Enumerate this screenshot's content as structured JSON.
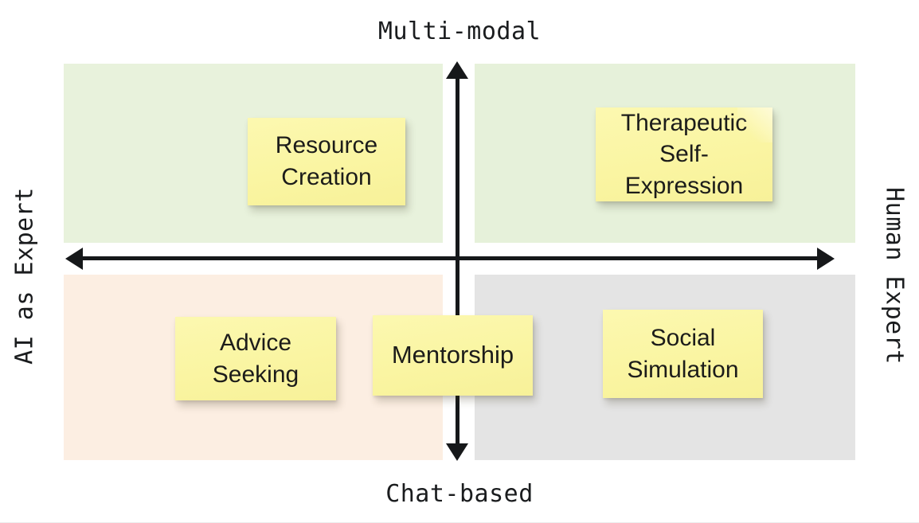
{
  "diagram": {
    "type": "2x2-matrix",
    "axes": {
      "top_label": "Multi-modal",
      "bottom_label": "Chat-based",
      "left_label": "AI as Expert",
      "right_label": "Human Expert",
      "vertical_axis_name": "modality",
      "horizontal_axis_name": "expertise-source"
    },
    "quadrants": [
      {
        "position": "top-left",
        "color": "#e8f2dc",
        "x_axis_side": "AI as Expert",
        "y_axis_side": "Multi-modal"
      },
      {
        "position": "top-right",
        "color": "#e6f1da",
        "x_axis_side": "Human Expert",
        "y_axis_side": "Multi-modal"
      },
      {
        "position": "bottom-left",
        "color": "#fceee2",
        "x_axis_side": "AI as Expert",
        "y_axis_side": "Chat-based"
      },
      {
        "position": "bottom-right",
        "color": "#e4e4e4",
        "x_axis_side": "Human Expert",
        "y_axis_side": "Chat-based"
      }
    ],
    "notes": [
      {
        "id": "resource-creation",
        "text": "Resource\nCreation",
        "line1": "Resource",
        "line2": "Creation",
        "quadrant": "top-left",
        "color": "#faf5a2"
      },
      {
        "id": "therapeutic",
        "text": "Therapeutic\nSelf-Expression",
        "line1": "Therapeutic",
        "line2": "Self-Expression",
        "quadrant": "top-right",
        "color": "#faf5a2"
      },
      {
        "id": "advice-seeking",
        "text": "Advice\nSeeking",
        "line1": "Advice",
        "line2": "Seeking",
        "quadrant": "bottom-left",
        "color": "#faf5a2"
      },
      {
        "id": "mentorship",
        "text": "Mentorship",
        "line1": "Mentorship",
        "line2": "",
        "quadrant": "bottom-center",
        "color": "#faf5a2"
      },
      {
        "id": "social-simulation",
        "text": "Social\nSimulation",
        "line1": "Social",
        "line2": "Simulation",
        "quadrant": "bottom-right",
        "color": "#faf5a2"
      }
    ]
  },
  "colors": {
    "axis": "#16181a",
    "note_yellow": "#faf5a2",
    "green": "#e8f2dc",
    "peach": "#fceee2",
    "gray": "#e4e4e4",
    "background": "#ffffff"
  }
}
